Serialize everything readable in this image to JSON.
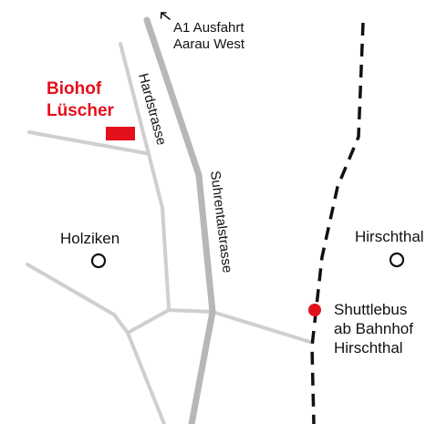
{
  "colors": {
    "road_minor": "#cfcfcf",
    "road_main": "#b7b7b7",
    "rail": "#111111",
    "text": "#111111",
    "farm": "#e3101c",
    "shuttle_stop": "#e3101c"
  },
  "labels": {
    "farm_line1": "Biohof",
    "farm_line2": "Lüscher",
    "exit_line1": "A1 Ausfahrt",
    "exit_line2": "Aarau West",
    "hardstrasse": "Hardstrasse",
    "suhrentalstrasse": "Suhrentalstrasse",
    "holziken": "Holziken",
    "hirschthal": "Hirschthal",
    "shuttle_line1": "Shuttlebus",
    "shuttle_line2": "ab Bahnhof",
    "shuttle_line3": "Hirschthal"
  },
  "icons": {
    "exit_arrow": "arrow-up-left-icon",
    "town_marker": "circle-outline-icon",
    "stop_marker": "red-dot-icon",
    "farm_marker": "red-rectangle-icon"
  }
}
